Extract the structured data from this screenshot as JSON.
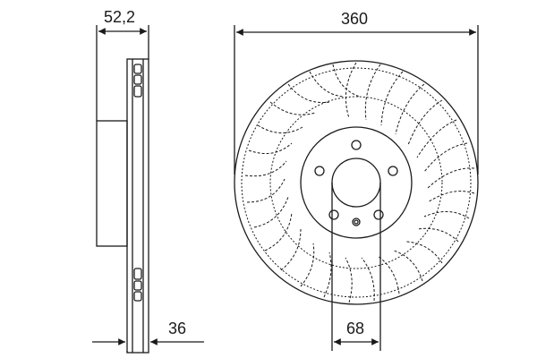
{
  "drawing": {
    "title": "Brake disc technical drawing",
    "line_color": "#1a1a1a",
    "background": "#ffffff",
    "dimensions": {
      "total_thickness": "52,2",
      "disc_thickness": "36",
      "outer_diameter": "360",
      "center_bore": "68"
    },
    "views": [
      "side-view",
      "front-view"
    ],
    "bolt_holes": 5,
    "rotor_type": "vented, curved directional vanes"
  }
}
